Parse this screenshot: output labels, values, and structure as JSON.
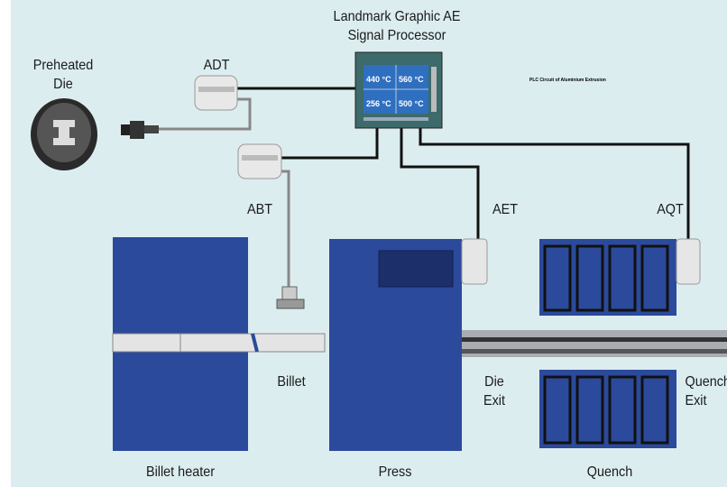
{
  "title": "Landmark Graphic AE\nSignal Processor",
  "caption": "PLC Circuit of Aluminium Extrusion",
  "labels": {
    "die": "Preheated\nDie",
    "adt": "ADT",
    "abt": "ABT",
    "aet": "AET",
    "aqt": "AQT",
    "billet": "Billet",
    "die_exit": "Die\nExit",
    "quench_exit": "Quench\nExit",
    "billet_heater": "Billet heater",
    "press": "Press",
    "quench": "Quench"
  },
  "display": {
    "t1": "440 °C",
    "t2": "560 °C",
    "t3": "256 °C",
    "t4": "500 °C"
  },
  "colors": {
    "background": "#dcedf0",
    "machine_blue": "#2b4a9b",
    "cable": "#111111"
  }
}
